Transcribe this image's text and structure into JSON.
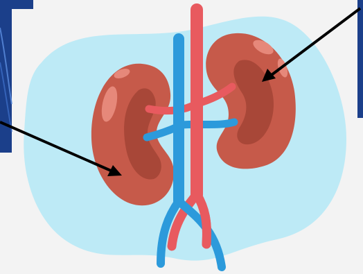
{
  "diagram": {
    "subject": "kidney-anatomy-illustration",
    "colors": {
      "background": "#f3f3f3",
      "blob": "#bdeaf6",
      "kidney": "#c65a4a",
      "kidney_inner": "#a84738",
      "kidney_highlight": "#e6887a",
      "artery": "#e85a5f",
      "vein": "#2c9adb",
      "arrow": "#000000",
      "corner_left": "#1b3f8a"
    },
    "arrows": [
      {
        "target": "left-kidney"
      },
      {
        "target": "right-kidney"
      }
    ]
  }
}
